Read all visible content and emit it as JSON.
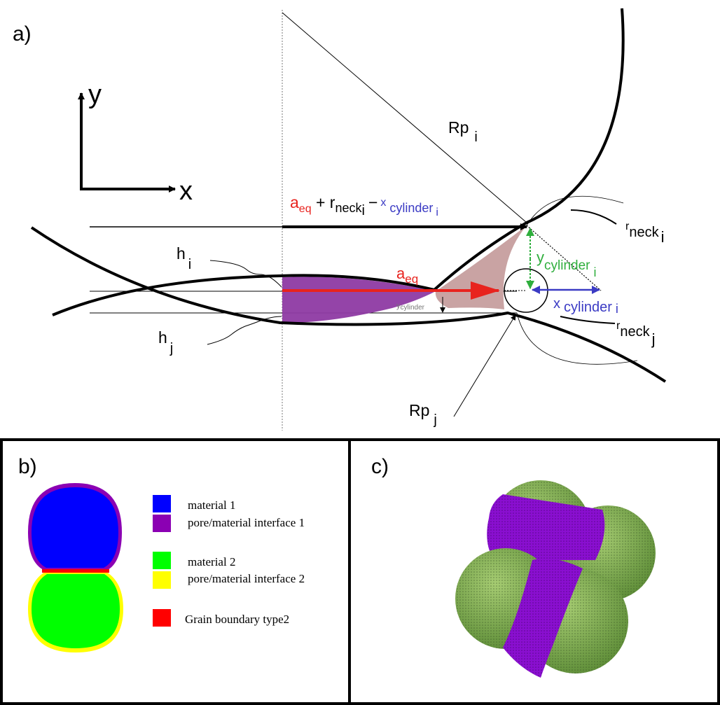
{
  "panel_a": {
    "label": "a)",
    "axis_y": "y",
    "axis_x": "x",
    "eq_a": "a",
    "eq_eq_sub": "eq",
    "eq_plus": " + r",
    "eq_neck_sub": "neck",
    "eq_i_sub": "i",
    "eq_minus": "−",
    "eq_x": "x",
    "eq_cyl_sub": "cylinder",
    "eq_cyl_i": "i",
    "rp": "Rp",
    "rp_i_sub": "i",
    "rp_j_sub": "j",
    "r_prefix": "r",
    "neck": "neck",
    "neck_i": "i",
    "neck_j": "j",
    "h": "h",
    "h_i_sub": "i",
    "h_j_sub": "j",
    "a_eq_a": "a",
    "a_eq_sub": "eq",
    "ycyl_y": "y",
    "ycyl_sub": "cylinder",
    "ycyl_i": "i",
    "xcyl_x": "x",
    "xcyl_sub": "cylinder",
    "xcyl_i": "i",
    "small_ycyl": "y",
    "small_ycyl_sub": "cylinder"
  },
  "panel_b": {
    "label": "b)",
    "legend": [
      {
        "text": "material 1",
        "color": "#0000ff"
      },
      {
        "text": "pore/material interface 1",
        "color": "#8b00b3"
      },
      {
        "text": "material 2",
        "color": "#00ff00"
      },
      {
        "text": "pore/material interface 2",
        "color": "#ffff00"
      },
      {
        "text": "Grain boundary type2",
        "color": "#ff0000"
      }
    ]
  },
  "panel_c": {
    "label": "c)"
  },
  "colors": {
    "red": "#e8231e",
    "green": "#2fae3d",
    "blue": "#3b3bc4",
    "purple": "#8e3aa3",
    "pink": "#c9a3a3",
    "sphere_green": "#77a84a",
    "band_purple": "#8a0fd0"
  }
}
